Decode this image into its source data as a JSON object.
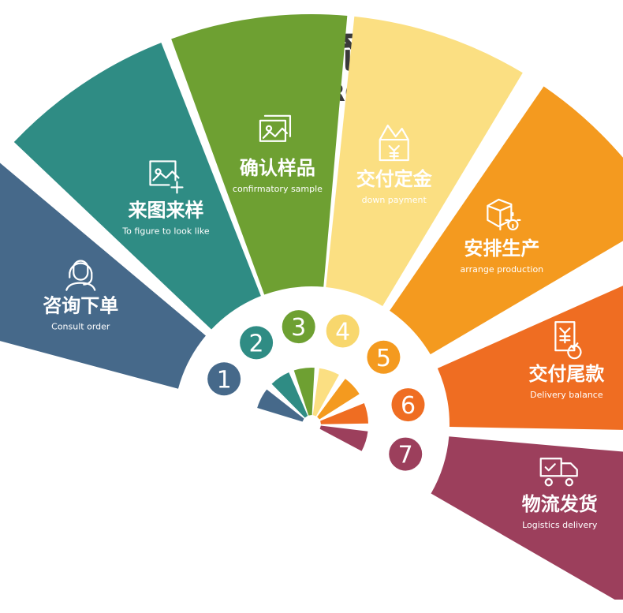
{
  "title": {
    "zh": "定制流程",
    "en": "CUSTOM PROCESS"
  },
  "steps": [
    {
      "number": "1",
      "zh": "咨询下单",
      "en": "Consult order",
      "icon": "headset-agent-icon",
      "color": "#46698a",
      "num_color": "#46698a"
    },
    {
      "number": "2",
      "zh": "来图来样",
      "en": "To figure to look like",
      "icon": "add-image-icon",
      "color": "#2f8c84",
      "num_color": "#2f8c84"
    },
    {
      "number": "3",
      "zh": "确认样品",
      "en": "confirmatory sample",
      "icon": "image-gallery-icon",
      "color": "#6ea032",
      "num_color": "#6ea032"
    },
    {
      "number": "4",
      "zh": "交付定金",
      "en": "down payment",
      "icon": "yuan-envelope-icon",
      "color": "#fbdf82",
      "num_color": "#f8d76d"
    },
    {
      "number": "5",
      "zh": "安排生产",
      "en": "arrange production",
      "icon": "box-gear-icon",
      "color": "#f49a1f",
      "num_color": "#f49a1f"
    },
    {
      "number": "6",
      "zh": "交付尾款",
      "en": "Delivery balance",
      "icon": "yuan-bill-check-icon",
      "color": "#ef6d22",
      "num_color": "#ef6d22"
    },
    {
      "number": "7",
      "zh": "物流发货",
      "en": "Logistics delivery",
      "icon": "delivery-truck-icon",
      "color": "#9c3f5c",
      "num_color": "#9c3f5c"
    }
  ]
}
